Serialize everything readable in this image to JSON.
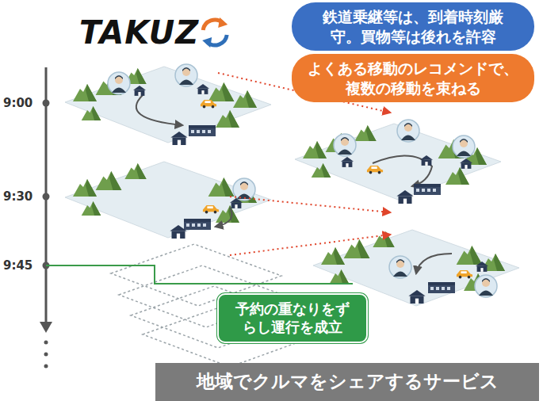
{
  "diagram": {
    "nodes": [
      {
        "text": [
          "鉄道乗継等は、到着時刻厳守。買物等は後れを許容"
        ]
      },
      {
        "text": [
          "よくある移動のレコメンドで、複数の移動を束ねる"
        ]
      },
      {
        "text": [
          "予約の重なりをずらし運行を成立"
        ]
      },
      {
        "text": [
          "地域でクルマをシェアするサービス"
        ]
      }
    ],
    "labels": [
      "TAKUZ",
      "9:00",
      "9:30",
      "9:45"
    ]
  }
}
